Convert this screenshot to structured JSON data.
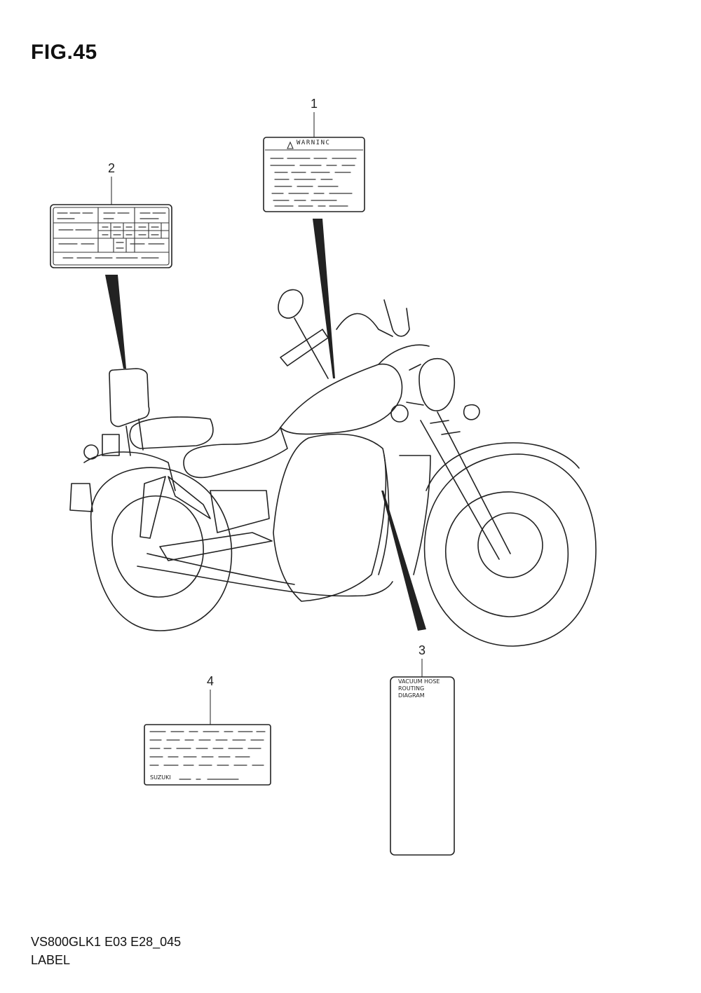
{
  "figure": {
    "title": "FIG.45",
    "code": "VS800GLK1 E03 E28_045",
    "name": "LABEL"
  },
  "callouts": [
    {
      "number": "1",
      "part": "warning-label"
    },
    {
      "number": "2",
      "part": "information-label"
    },
    {
      "number": "3",
      "part": "vacuum-hose-routing-label"
    },
    {
      "number": "4",
      "part": "manufacturer-label"
    }
  ],
  "labels": {
    "warning_text": "WARNINC",
    "vacuum_lines": [
      "VACUUM HOSE",
      "ROUTING",
      "DIAGRAM"
    ],
    "maker_text": "SUZUKI"
  }
}
